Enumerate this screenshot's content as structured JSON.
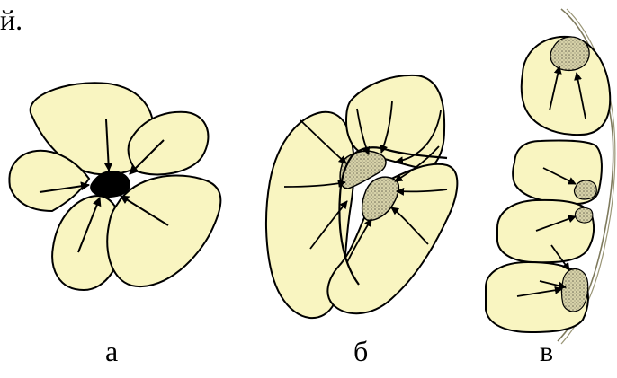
{
  "top_fragment": "й.",
  "labels": {
    "a": "а",
    "b": "б",
    "v": "в"
  },
  "colors": {
    "cell_fill": "#f9f5c1",
    "stroke": "#000000",
    "hatched_fill": "#cfcaa3"
  }
}
